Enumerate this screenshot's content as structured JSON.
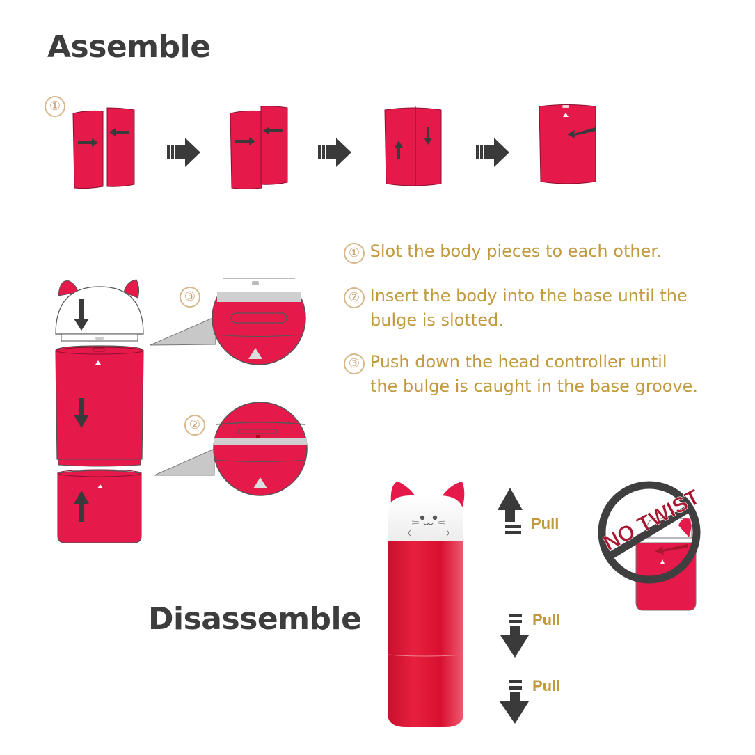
{
  "assemble": {
    "title": "Assemble",
    "step_marker": "①",
    "sequence_steps": 4
  },
  "instructions": [
    {
      "number": "①",
      "lines": [
        "Slot the body pieces to each other."
      ]
    },
    {
      "number": "②",
      "lines": [
        "Insert the body into the base until the",
        "bulge is slotted."
      ]
    },
    {
      "number": "③",
      "lines": [
        "Push down the head controller until",
        "the bulge is caught in the base groove."
      ]
    }
  ],
  "detail_callouts": [
    {
      "number": "③"
    },
    {
      "number": "②"
    }
  ],
  "disassemble": {
    "title": "Disassemble",
    "pull_labels": [
      "Pull",
      "Pull",
      "Pull"
    ],
    "warning": "NO TWIST"
  },
  "colors": {
    "body_red": "#e5194a",
    "heading_gray": "#3d3d3d",
    "text_gold": "#c19a3e",
    "arrow_gray": "#3a3a3a"
  }
}
